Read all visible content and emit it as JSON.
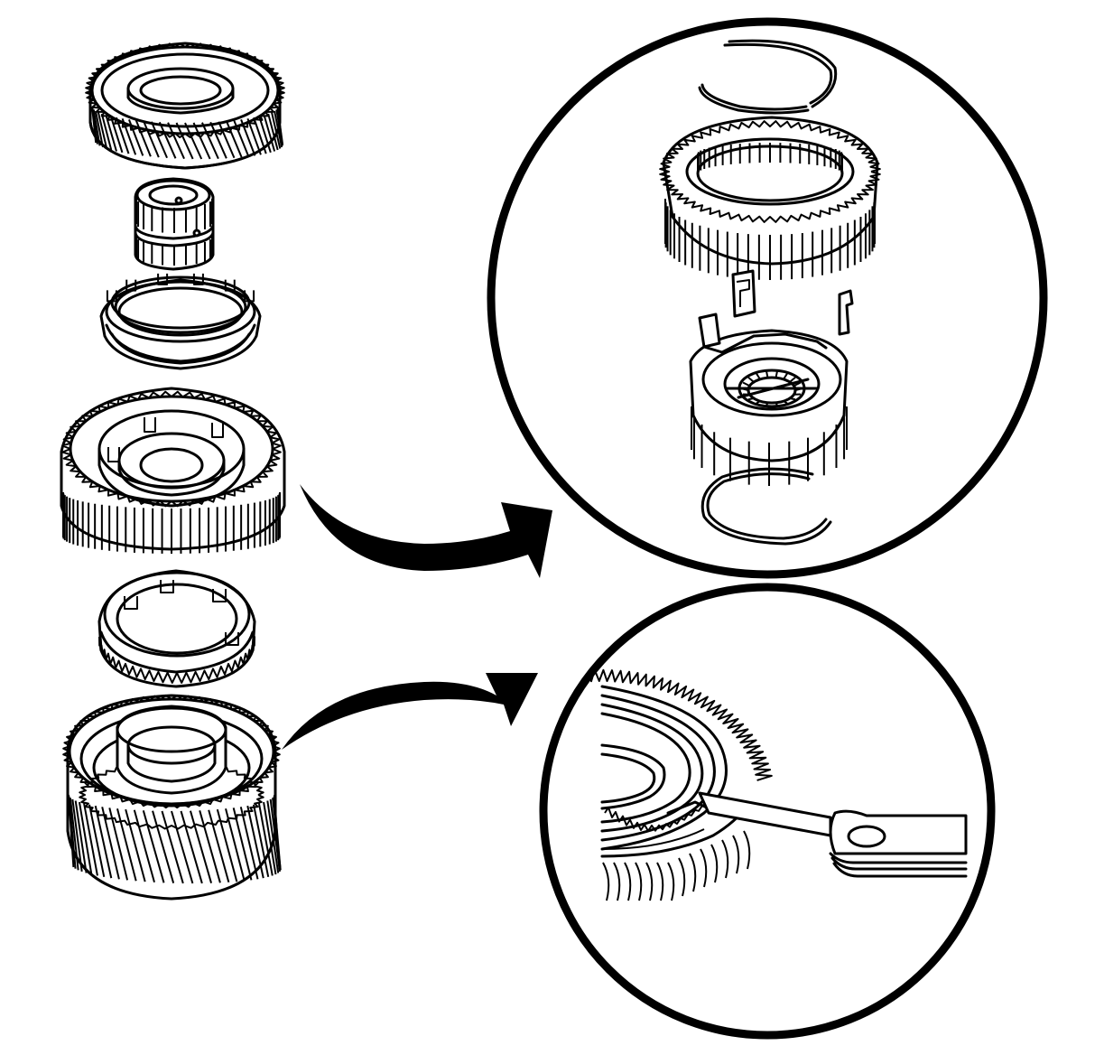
{
  "figure": {
    "background": "#ffffff",
    "ink": "#000000",
    "left_stack": [
      {
        "id": "helical-gear-top"
      },
      {
        "id": "spline-hub-small"
      },
      {
        "id": "blocker-ring-upper"
      },
      {
        "id": "synchronizer-assembly"
      },
      {
        "id": "blocker-ring-lower"
      },
      {
        "id": "helical-gear-bottom"
      }
    ],
    "detail_views": [
      {
        "id": "synchronizer-exploded-detail",
        "parts": [
          "spring-ring-upper",
          "sleeve",
          "key",
          "key-right",
          "hub",
          "spring-ring-lower"
        ]
      },
      {
        "id": "clearance-check-detail",
        "parts": [
          "gear-blocker-ring-closeup",
          "feeler-gauge"
        ]
      }
    ],
    "callout_arrows": [
      "arrow-to-synchronizer-detail",
      "arrow-to-clearance-detail"
    ]
  }
}
